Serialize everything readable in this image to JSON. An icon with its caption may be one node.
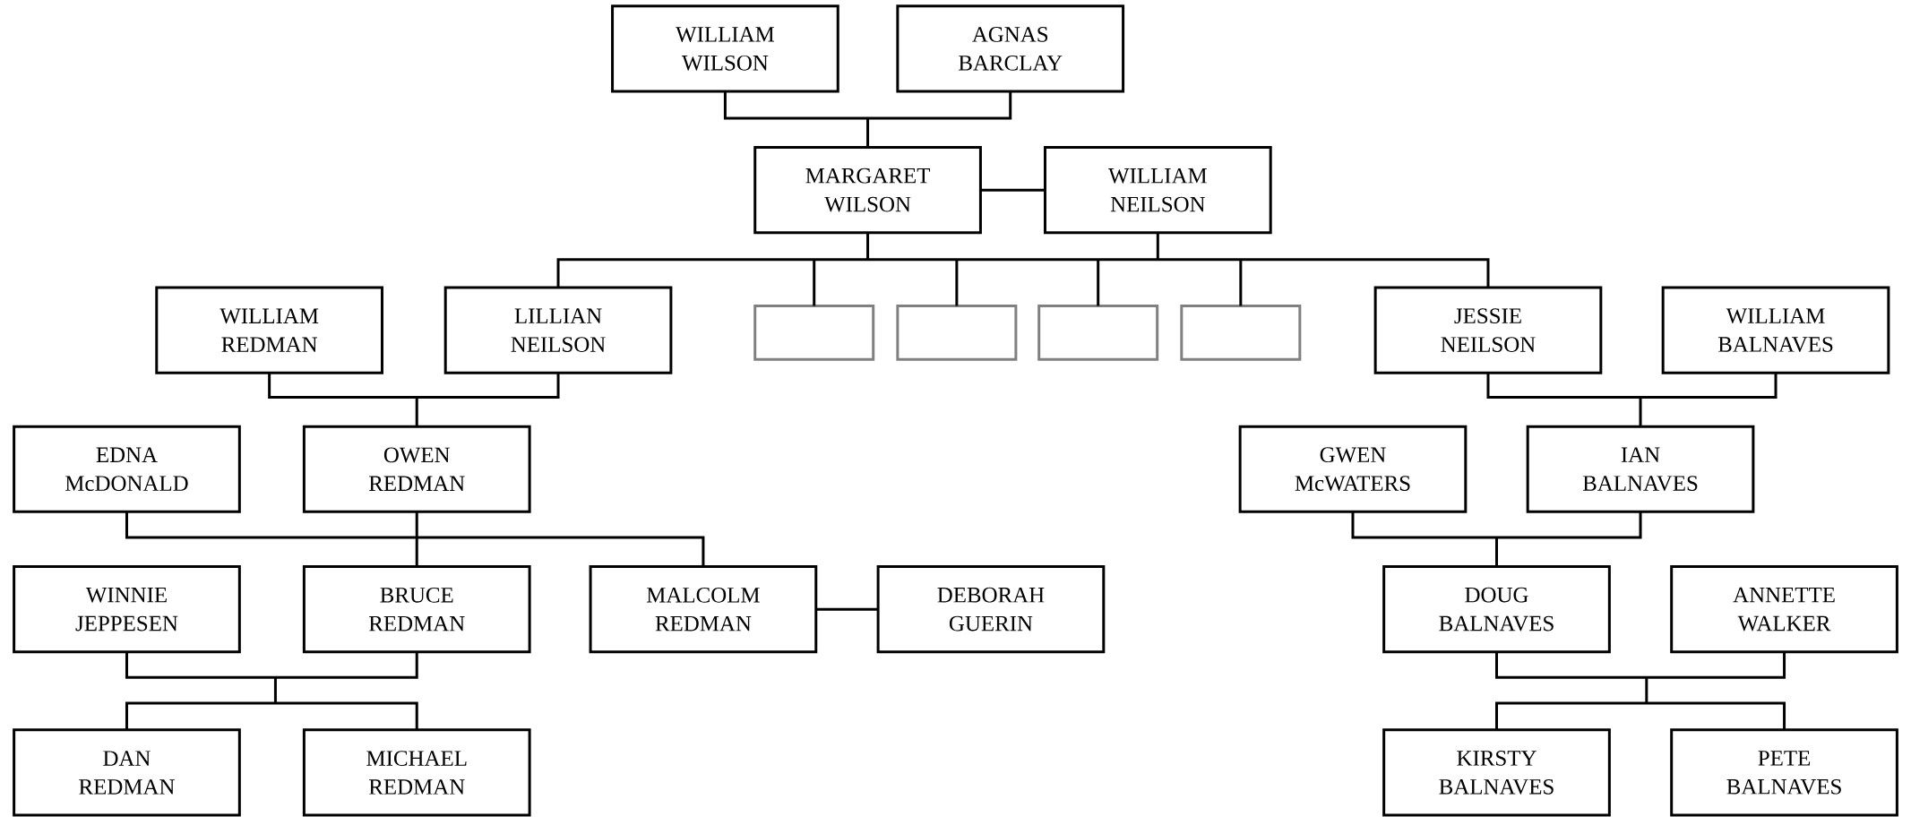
{
  "diagram": {
    "nodes": [
      {
        "text": [
          "WILLIAM WILSON"
        ]
      },
      {
        "text": [
          "AGNAS BARCLAY"
        ]
      },
      {
        "text": [
          "MARGARET WILSON"
        ]
      },
      {
        "text": [
          "WILLIAM NEILSON"
        ]
      },
      {
        "text": [
          "WILLIAM REDMAN"
        ]
      },
      {
        "text": [
          "LILLIAN NEILSON"
        ]
      },
      {
        "text": [],
        "shape": "box"
      },
      {
        "text": [],
        "shape": "box"
      },
      {
        "text": [],
        "shape": "box"
      },
      {
        "text": [],
        "shape": "box"
      },
      {
        "text": [
          "JESSIE NEILSON"
        ]
      },
      {
        "text": [
          "WILLIAM BALNAVES"
        ]
      },
      {
        "text": [
          "EDNA McDONALD"
        ]
      },
      {
        "text": [
          "OWEN REDMAN"
        ]
      },
      {
        "text": [
          "GWEN McWATERS"
        ]
      },
      {
        "text": [
          "IAN BALNAVES"
        ]
      },
      {
        "text": [
          "WINNIE JEPPESEN"
        ]
      },
      {
        "text": [
          "BRUCE REDMAN"
        ]
      },
      {
        "text": [
          "MALCOLM REDMAN"
        ]
      },
      {
        "text": [
          "DEBORAH GUERIN"
        ]
      },
      {
        "text": [
          "DOUG BALNAVES"
        ]
      },
      {
        "text": [
          "ANNETTE WALKER"
        ]
      },
      {
        "text": [
          "DAN REDMAN"
        ]
      },
      {
        "text": [
          "MICHAEL REDMAN"
        ]
      },
      {
        "text": [
          "KIRSTY BALNAVES"
        ]
      },
      {
        "text": [
          "PETE BALNAVES"
        ]
      }
    ],
    "edges": [
      {
        "from": 0,
        "to": 2,
        "arrow": "none"
      },
      {
        "from": 1,
        "to": 2,
        "arrow": "none"
      },
      {
        "from": 2,
        "to": 3,
        "arrow": "none"
      },
      {
        "from": 2,
        "to": 5,
        "arrow": "none"
      },
      {
        "from": 2,
        "to": 6,
        "arrow": "none"
      },
      {
        "from": 2,
        "to": 7,
        "arrow": "none"
      },
      {
        "from": 2,
        "to": 8,
        "arrow": "none"
      },
      {
        "from": 2,
        "to": 9,
        "arrow": "none"
      },
      {
        "from": 2,
        "to": 10,
        "arrow": "none"
      },
      {
        "from": 3,
        "to": 5,
        "arrow": "none"
      },
      {
        "from": 3,
        "to": 6,
        "arrow": "none"
      },
      {
        "from": 3,
        "to": 7,
        "arrow": "none"
      },
      {
        "from": 3,
        "to": 8,
        "arrow": "none"
      },
      {
        "from": 3,
        "to": 9,
        "arrow": "none"
      },
      {
        "from": 3,
        "to": 10,
        "arrow": "none"
      },
      {
        "from": 4,
        "to": 13,
        "arrow": "none"
      },
      {
        "from": 5,
        "to": 13,
        "arrow": "none"
      },
      {
        "from": 12,
        "to": 17,
        "arrow": "none"
      },
      {
        "from": 12,
        "to": 18,
        "arrow": "none"
      },
      {
        "from": 13,
        "to": 17,
        "arrow": "none"
      },
      {
        "from": 13,
        "to": 18,
        "arrow": "none"
      },
      {
        "from": 18,
        "to": 19,
        "arrow": "none"
      },
      {
        "from": 16,
        "to": 22,
        "arrow": "none"
      },
      {
        "from": 16,
        "to": 23,
        "arrow": "none"
      },
      {
        "from": 17,
        "to": 22,
        "arrow": "none"
      },
      {
        "from": 17,
        "to": 23,
        "arrow": "none"
      },
      {
        "from": 10,
        "to": 15,
        "arrow": "none"
      },
      {
        "from": 11,
        "to": 15,
        "arrow": "none"
      },
      {
        "from": 14,
        "to": 20,
        "arrow": "none"
      },
      {
        "from": 15,
        "to": 20,
        "arrow": "none"
      },
      {
        "from": 20,
        "to": 24,
        "arrow": "none"
      },
      {
        "from": 20,
        "to": 25,
        "arrow": "none"
      },
      {
        "from": 21,
        "to": 24,
        "arrow": "none"
      },
      {
        "from": 21,
        "to": 25,
        "arrow": "none"
      }
    ]
  }
}
